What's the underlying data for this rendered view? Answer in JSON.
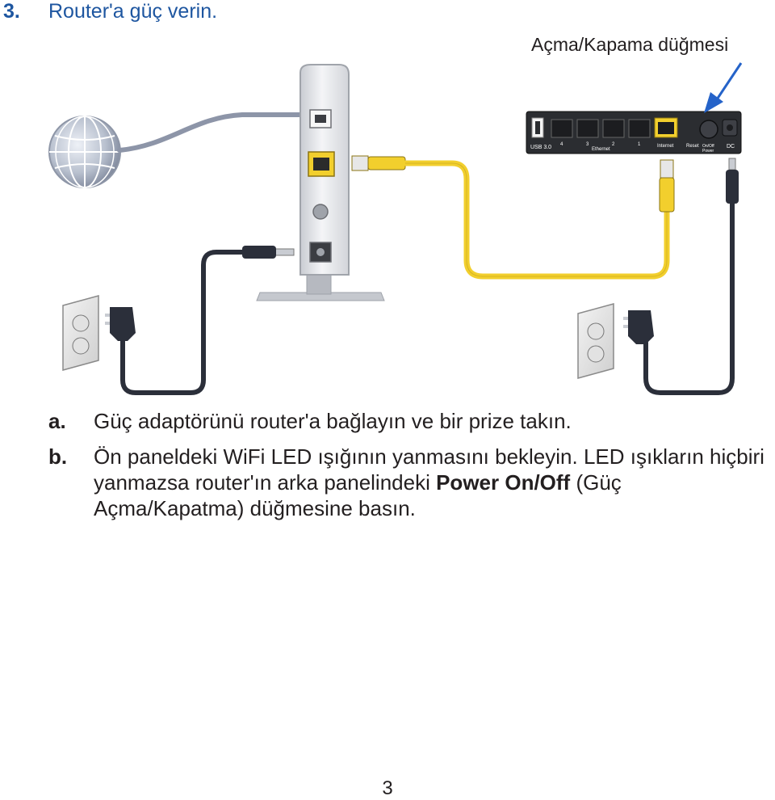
{
  "step": {
    "number": "3.",
    "title": "Router'a güç verin."
  },
  "callout": "Açma/Kapama düğmesi",
  "router_back_panel": {
    "usb": "USB 3.0",
    "port_4": "4",
    "port_3": "3",
    "port_2": "2",
    "port_1": "1",
    "ethernet": "Ethernet",
    "internet": "Internet",
    "reset": "Reset",
    "on_off": "On/Off",
    "power": "Power",
    "dc": "DC"
  },
  "items": [
    {
      "label": "a.",
      "text": "Güç adaptörünü router'a bağlayın ve bir prize takın."
    },
    {
      "label": "b.",
      "text_before": "Ön paneldeki WiFi LED ışığının yanmasını bekleyin. LED ışıkların hiçbiri yanmazsa router'ın arka panelindeki ",
      "bold": "Power On/Off",
      "text_after": " (Güç Açma/Kapatma) düğmesine basın."
    }
  ],
  "page_number": "3",
  "colors": {
    "heading": "#1e56a0",
    "text": "#231f20",
    "cable_yellow": "#f2cf2d",
    "power_cord": "#2b2f3a",
    "callout_arrow": "#2563c9"
  }
}
